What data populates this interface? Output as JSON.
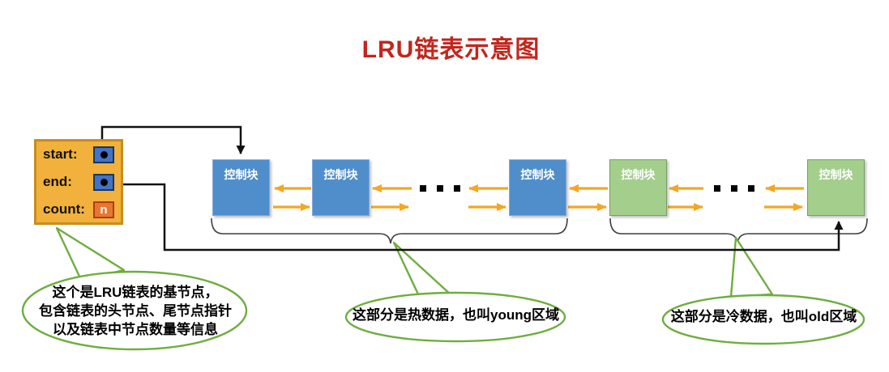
{
  "title": {
    "text": "LRU链表示意图"
  },
  "base_node": {
    "fields": [
      {
        "label": "start:",
        "type": "pointer"
      },
      {
        "label": "end:",
        "type": "pointer"
      },
      {
        "label": "count:",
        "type": "count",
        "value": "n"
      }
    ]
  },
  "blocks": {
    "young": [
      "控制块",
      "控制块",
      "控制块"
    ],
    "old": [
      "控制块",
      "控制块"
    ]
  },
  "callouts": {
    "base": {
      "lines": [
        "这个是LRU链表的基节点，",
        "包含链表的头节点、尾节点指针",
        "以及链表中节点数量等信息"
      ]
    },
    "young": {
      "text": "这部分是热数据，也叫young区域"
    },
    "old": {
      "text": "这部分是冷数据，也叫old区域"
    }
  },
  "colors": {
    "title_red": "#c1261d",
    "base_box_fill": "#f2b13c",
    "base_box_border": "#c78d1e",
    "pointer_square_fill": "#4472c4",
    "count_square_fill": "#e8772e",
    "young_block_fill": "#4f8ecb",
    "old_block_fill": "#a3ce8c",
    "arrow_orange": "#f5a623",
    "callout_green": "#6fae3e",
    "line_black": "#111111",
    "brace_gray": "#3f3f3f"
  }
}
